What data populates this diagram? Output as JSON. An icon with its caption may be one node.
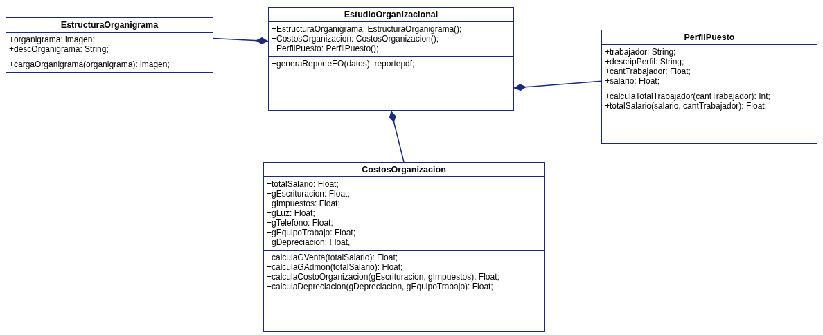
{
  "diagram": {
    "nodes": [
      {
        "text": [
          "EstructuraOrganigrama",
          "+organigrama: imagen;",
          "+descOrganigrama: String;",
          "+cargaOrganigrama(organigrama): imagen;"
        ]
      },
      {
        "text": [
          "EstudioOrganizacional",
          "+EstructuraOrganigrama: EstructuraOrganigrama();",
          "+CostosOrganizacion: CostosOrganizacion();",
          "+PerfilPuesto: PerfilPuesto();",
          "+generaReporteEO(datos): reportepdf;"
        ]
      },
      {
        "text": [
          "PerfilPuesto",
          "+trabajador: String;",
          "+descripPerfil: String;",
          "+cantTrabajador: Float;",
          "+salario: Float;",
          "+calculaTotalTrabajador(cantTrabajador): Int;",
          "+totalSalario(salario, cantTrabajador): Float;"
        ]
      },
      {
        "text": [
          "CostosOrganizacion",
          "+totalSalario: Float;",
          "+gEscrituracion: Float;",
          "+gImpuestos: Float;",
          "+gLuz: Float;",
          "+gTelefono: Float;",
          "+gEquipoTrabajo: Float;",
          "+gDepreciacion: Float,",
          "+calculaGVenta(totalSalario): Float;",
          "+calculaGAdmon(totalSalario): Float;",
          "+calculaCostoOrganizacion(gEscrituracion, gImpuestos): Float;",
          "+calculaDepreciacion(gDepreciacion, gEquipoTrabajo): Float;"
        ]
      }
    ],
    "edges": [
      {
        "from": 1,
        "to": 0,
        "arrow": "other"
      },
      {
        "from": 1,
        "to": 2,
        "arrow": "other"
      },
      {
        "from": 1,
        "to": 3,
        "arrow": "other"
      }
    ]
  }
}
